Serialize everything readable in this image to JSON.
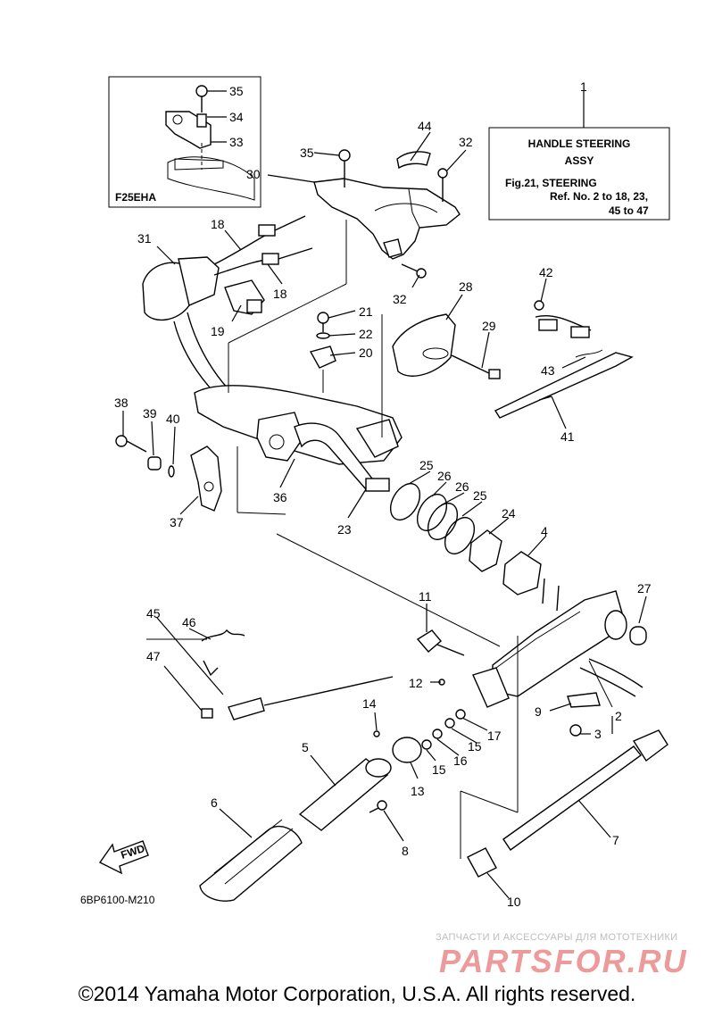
{
  "inset": {
    "label": "F25EHA",
    "callouts": [
      "35",
      "34",
      "33"
    ]
  },
  "info_box": {
    "title_line1": "HANDLE  STEERING",
    "title_line2": "ASSY",
    "ref_line1": "Fig.21, STEERING",
    "ref_line2": "Ref. No. 2 to 18, 23,",
    "ref_line3": "45 to 47"
  },
  "callouts": {
    "c1": "1",
    "c2": "2",
    "c3": "3",
    "c4": "4",
    "c5": "5",
    "c6": "6",
    "c7": "7",
    "c8": "8",
    "c9": "9",
    "c10": "10",
    "c11": "11",
    "c12": "12",
    "c13": "13",
    "c14": "14",
    "c15a": "15",
    "c15b": "15",
    "c16": "16",
    "c17": "17",
    "c18a": "18",
    "c18b": "18",
    "c19": "19",
    "c20": "20",
    "c21": "21",
    "c22": "22",
    "c23": "23",
    "c24": "24",
    "c25a": "25",
    "c25b": "25",
    "c26a": "26",
    "c26b": "26",
    "c27": "27",
    "c28": "28",
    "c29": "29",
    "c30": "30",
    "c31": "31",
    "c32a": "32",
    "c32b": "32",
    "c35": "35",
    "c36": "36",
    "c37": "37",
    "c38": "38",
    "c39": "39",
    "c40": "40",
    "c41": "41",
    "c42": "42",
    "c43": "43",
    "c44": "44",
    "c45": "45",
    "c46": "46",
    "c47": "47"
  },
  "fwd_label": "FWD",
  "diagram_code": "6BP6100-M210",
  "watermark": {
    "subtitle": "ЗАПЧАСТИ И АКСЕССУАРЫ ДЛЯ МОТОТЕХНИКИ",
    "logo": "PARTSFOR.RU"
  },
  "copyright": "©2014 Yamaha Motor Corporation, U.S.A. All rights reserved."
}
